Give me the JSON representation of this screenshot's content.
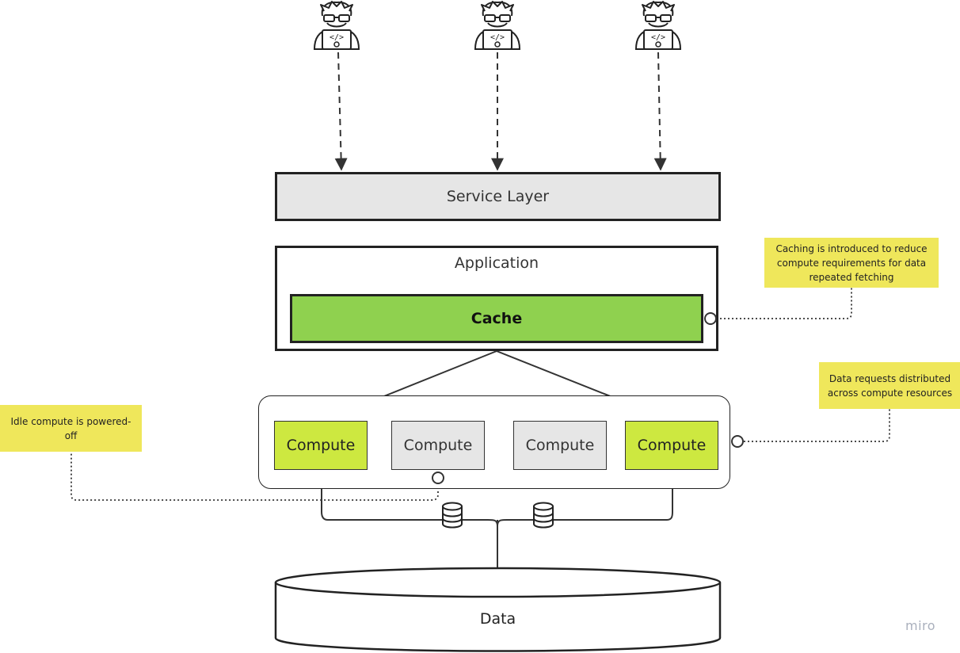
{
  "nodes": {
    "service_layer": "Service Layer",
    "application": "Application",
    "cache": "Cache",
    "compute": [
      {
        "label": "Compute",
        "state": "active"
      },
      {
        "label": "Compute",
        "state": "idle"
      },
      {
        "label": "Compute",
        "state": "idle"
      },
      {
        "label": "Compute",
        "state": "active"
      }
    ],
    "data": "Data"
  },
  "notes": {
    "caching": "Caching is introduced to reduce compute requirements for data repeated fetching",
    "distribution": "Data requests distributed across compute resources",
    "idle": "Idle compute is powered-off"
  },
  "watermark": "miro",
  "users": [
    {
      "icon": "developer-icon"
    },
    {
      "icon": "developer-icon"
    },
    {
      "icon": "developer-icon"
    }
  ],
  "colors": {
    "cache": "#8fd14f",
    "compute_active": "#cde840",
    "compute_idle": "#e6e6e6",
    "service_layer": "#e6e6e6",
    "sticky_note": "#efe75b",
    "stroke": "#222222"
  }
}
